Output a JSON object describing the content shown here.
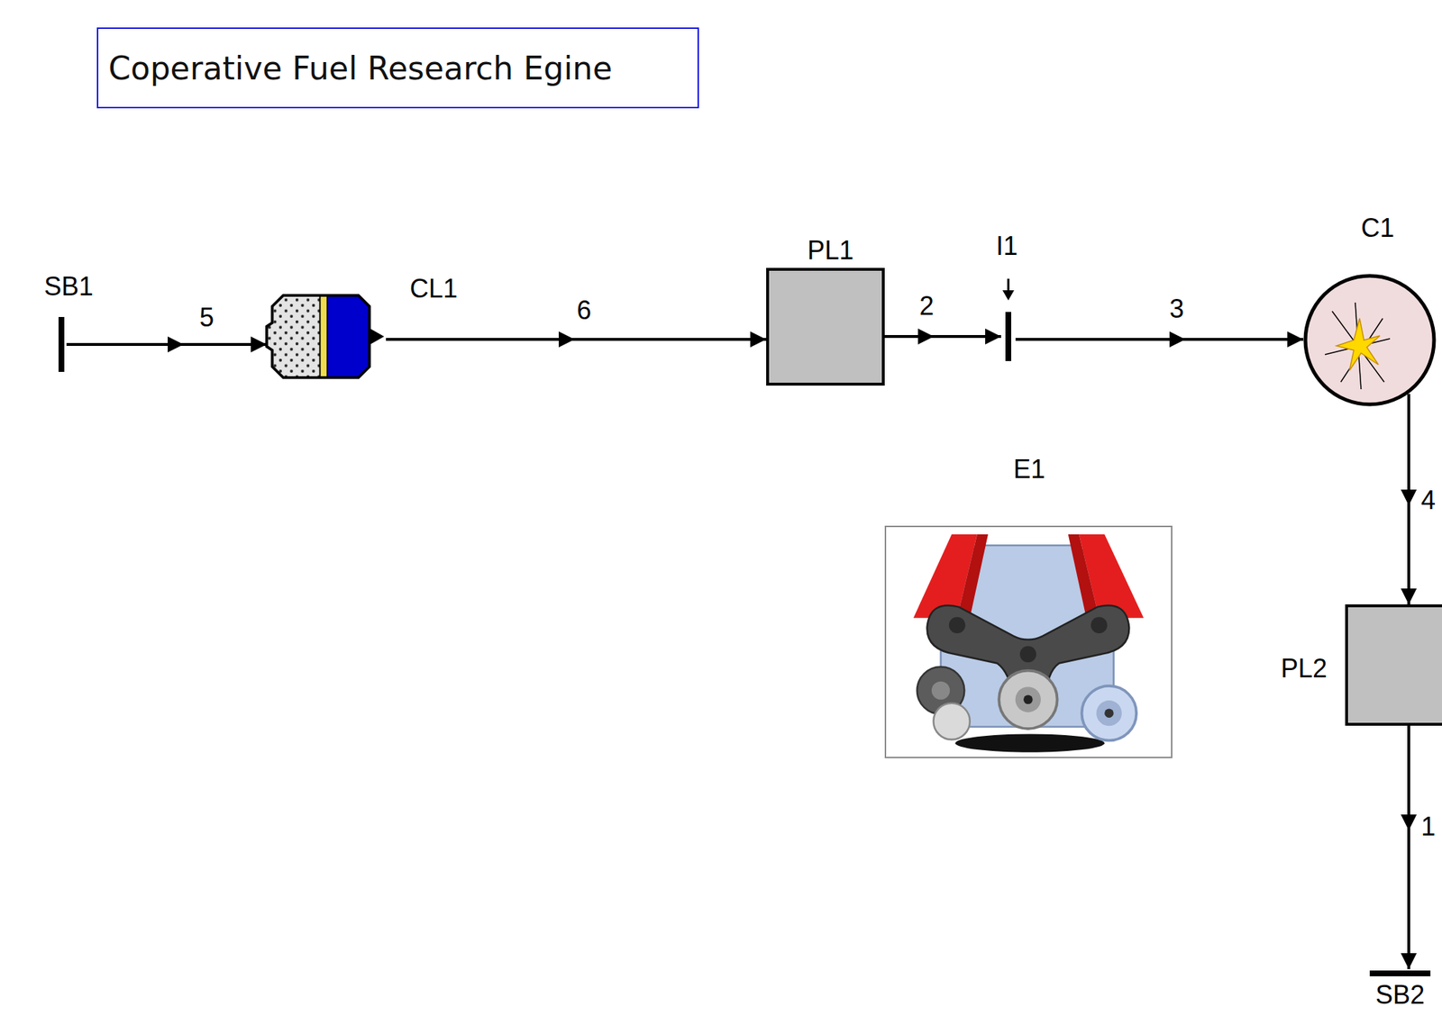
{
  "diagram": {
    "title": "Coperative Fuel Research Egine",
    "nodes": [
      {
        "text": [
          "SB1"
        ]
      },
      {
        "text": [
          "CL1"
        ]
      },
      {
        "text": [
          "PL1"
        ]
      },
      {
        "text": [
          "I1"
        ]
      },
      {
        "text": [
          "C1"
        ]
      },
      {
        "text": [
          "PL2"
        ]
      },
      {
        "text": [
          "SB2"
        ]
      },
      {
        "text": [
          "E1"
        ]
      }
    ],
    "edges": [
      {
        "from": 0,
        "to": 1,
        "arrow": "to",
        "label": "5"
      },
      {
        "from": 1,
        "to": 2,
        "arrow": "to",
        "label": "6"
      },
      {
        "from": 2,
        "to": 3,
        "arrow": "to",
        "label": "2"
      },
      {
        "from": 3,
        "to": 4,
        "arrow": "to",
        "label": "3"
      },
      {
        "from": 4,
        "to": 5,
        "arrow": "to",
        "label": "4"
      },
      {
        "from": 5,
        "to": 6,
        "arrow": "to",
        "label": "1"
      }
    ]
  }
}
